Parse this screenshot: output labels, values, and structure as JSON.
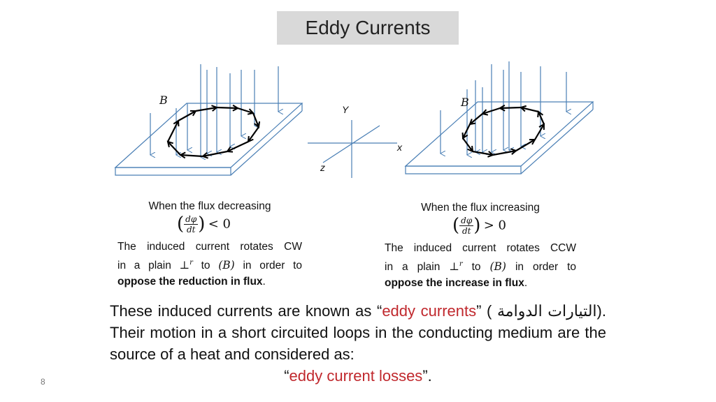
{
  "title": "Eddy Currents",
  "left": {
    "field_label": "B",
    "caption_title": "When the flux decreasing",
    "ineq_num": "dφ",
    "ineq_den": "dt",
    "ineq_rel": "< 0",
    "line1": "The induced current rotates CW",
    "line2_a": "in a plain",
    "line2_perp": "⊥",
    "line2_r": "r",
    "line2_b": "to",
    "line2_B": "(B)",
    "line2_c": "in order to",
    "line3_bold": "oppose the reduction in flux",
    "line3_end": "."
  },
  "right": {
    "field_label": "B",
    "caption_title": "When the flux increasing",
    "ineq_num": "dφ",
    "ineq_den": "dt",
    "ineq_rel": "> 0",
    "line1": "The induced current rotates CCW",
    "line2_a": "in a plain",
    "line2_perp": "⊥",
    "line2_r": "r",
    "line2_b": "to",
    "line2_B": "(B)",
    "line2_c": "in order to",
    "line3_bold": "oppose the increase in flux",
    "line3_end": "."
  },
  "axes": {
    "y": "Y",
    "x": "x",
    "z": "z"
  },
  "paragraph": {
    "p1": "These induced currents are known as “",
    "eddy": "eddy currents",
    "p2": "” ( التيارات الدوامة). Their motion in a short circuited loops in the conducting medium are the source of a heat and considered as:",
    "q_open": "“",
    "losses": "eddy current losses",
    "q_close": "”."
  },
  "page_number": "8",
  "colors": {
    "accent": "#c0282d",
    "field_line": "#4a7fb5",
    "title_bg": "#d9d9d9"
  }
}
